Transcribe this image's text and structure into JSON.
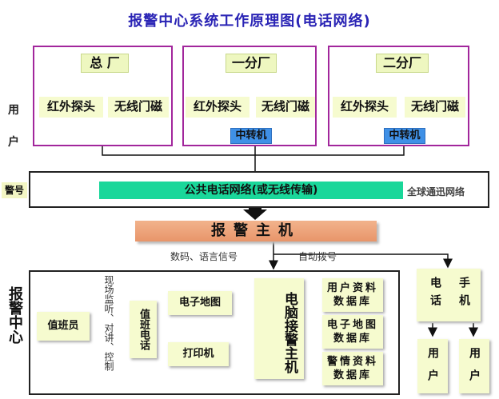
{
  "title": "报警中心系统工作原理图(电话网络)",
  "user_side_label": [
    "用",
    "户"
  ],
  "factories": [
    {
      "name": "总  厂",
      "sensors": [
        "红外探头",
        "无线门磁"
      ],
      "relay": ""
    },
    {
      "name": "一分厂",
      "sensors": [
        "红外探头",
        "无线门磁"
      ],
      "relay": "中转机"
    },
    {
      "name": "二分厂",
      "sensors": [
        "红外探头",
        "无线门磁"
      ],
      "relay": "中转机"
    }
  ],
  "alarm_signal_label": "警号",
  "network_label": "公共电话网络(或无线传输)",
  "global_network_label": "全球通迅网络",
  "alarm_host_label": "报警主机",
  "digital_voice_label": "数码、语言信号",
  "auto_dial_label": "自动拨号",
  "center": {
    "side_label": "报警中心",
    "duty_officer": "值班员",
    "monitor_text": "现场监听、对讲、控制",
    "duty_phone": "值班电话",
    "e_map": "电子地图",
    "printer": "打印机",
    "computer_host": "电脑接警主机",
    "db_user": "用户资料数据库",
    "db_map": "电子地图数据库",
    "db_alarm": "警情资料数据库"
  },
  "phone_mobile": {
    "left": "电话",
    "right": "手机"
  },
  "end_users": [
    "用户",
    "用户"
  ],
  "colors": {
    "title": "#2a24b5",
    "factory_border": "#a2269c",
    "relay": "#3f90e6",
    "network_bar": "#1ad79a",
    "host_bar": "#e8956a",
    "box_fill": "#f6fbcf"
  }
}
